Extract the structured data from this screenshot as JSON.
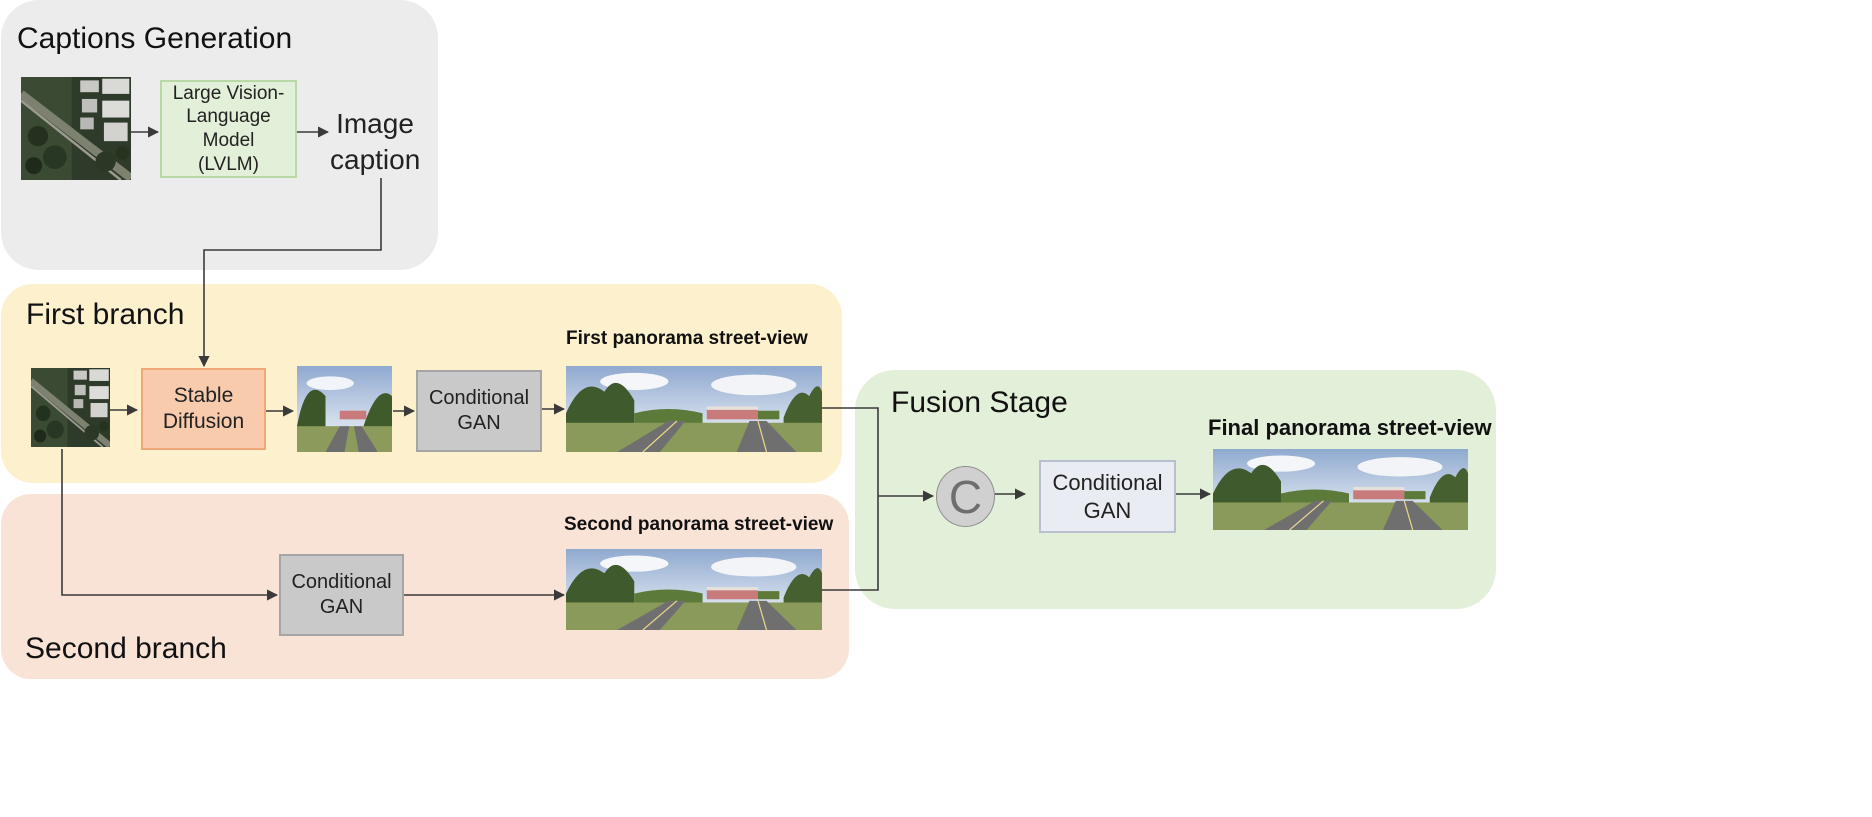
{
  "colors": {
    "captions_panel": "#ececec",
    "first_branch_panel": "#fdf0cd",
    "second_branch_panel": "#f9e3d6",
    "fusion_panel": "#e2efd9",
    "lvlm_box": "#e2f0d9",
    "stable_diffusion_box": "#f8cbad",
    "gan_box": "#c9c9c9",
    "fusion_gan_box": "#e9ecf3",
    "arrow": "#3a3a3a"
  },
  "captions_generation": {
    "title": "Captions Generation",
    "lvlm_label": "Large Vision-\nLanguage\nModel (LVLM)",
    "caption_label": "Image\ncaption"
  },
  "first_branch": {
    "title": "First branch",
    "stable_diffusion_label": "Stable\nDiffusion",
    "gan_label": "Conditional\nGAN",
    "output_label": "First panorama street-view"
  },
  "second_branch": {
    "title": "Second branch",
    "gan_label": "Conditional\nGAN",
    "output_label": "Second panorama street-view"
  },
  "fusion_stage": {
    "title": "Fusion Stage",
    "concat_symbol": "C",
    "gan_label": "Conditional\nGAN",
    "output_label": "Final panorama street-view"
  },
  "icons": {
    "satellite": "satellite-image-icon",
    "panorama": "panorama-image-icon",
    "concat": "concatenation-icon"
  }
}
